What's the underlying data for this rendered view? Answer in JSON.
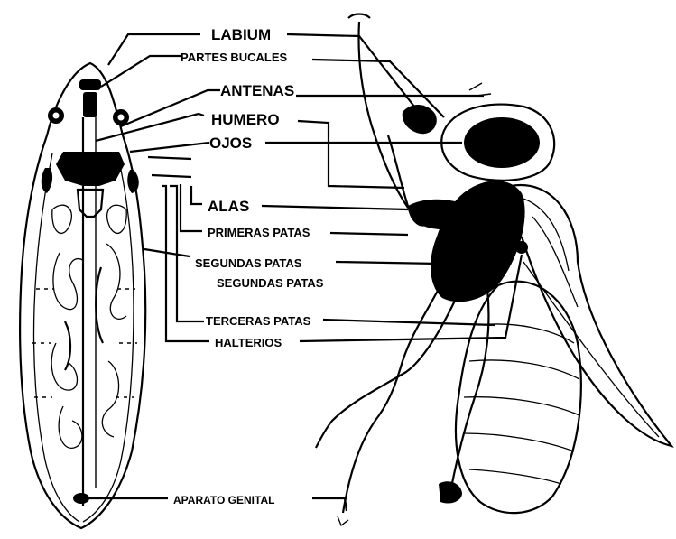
{
  "figure": {
    "labels": {
      "labium": "LABIUM",
      "partes_bucales": "PARTES BUCALES",
      "antenas": "ANTENAS",
      "humero": "HUMERO",
      "ojos": "OJOS",
      "alas": "ALAS",
      "primeras_patas": "PRIMERAS PATAS",
      "segundas_patas_1": "SEGUNDAS PATAS",
      "segundas_patas_2": "SEGUNDAS PATAS",
      "terceras_patas": "TERCERAS PATAS",
      "halterios": "HALTERIOS",
      "aparato_genital": "APARATO GENITAL"
    }
  }
}
